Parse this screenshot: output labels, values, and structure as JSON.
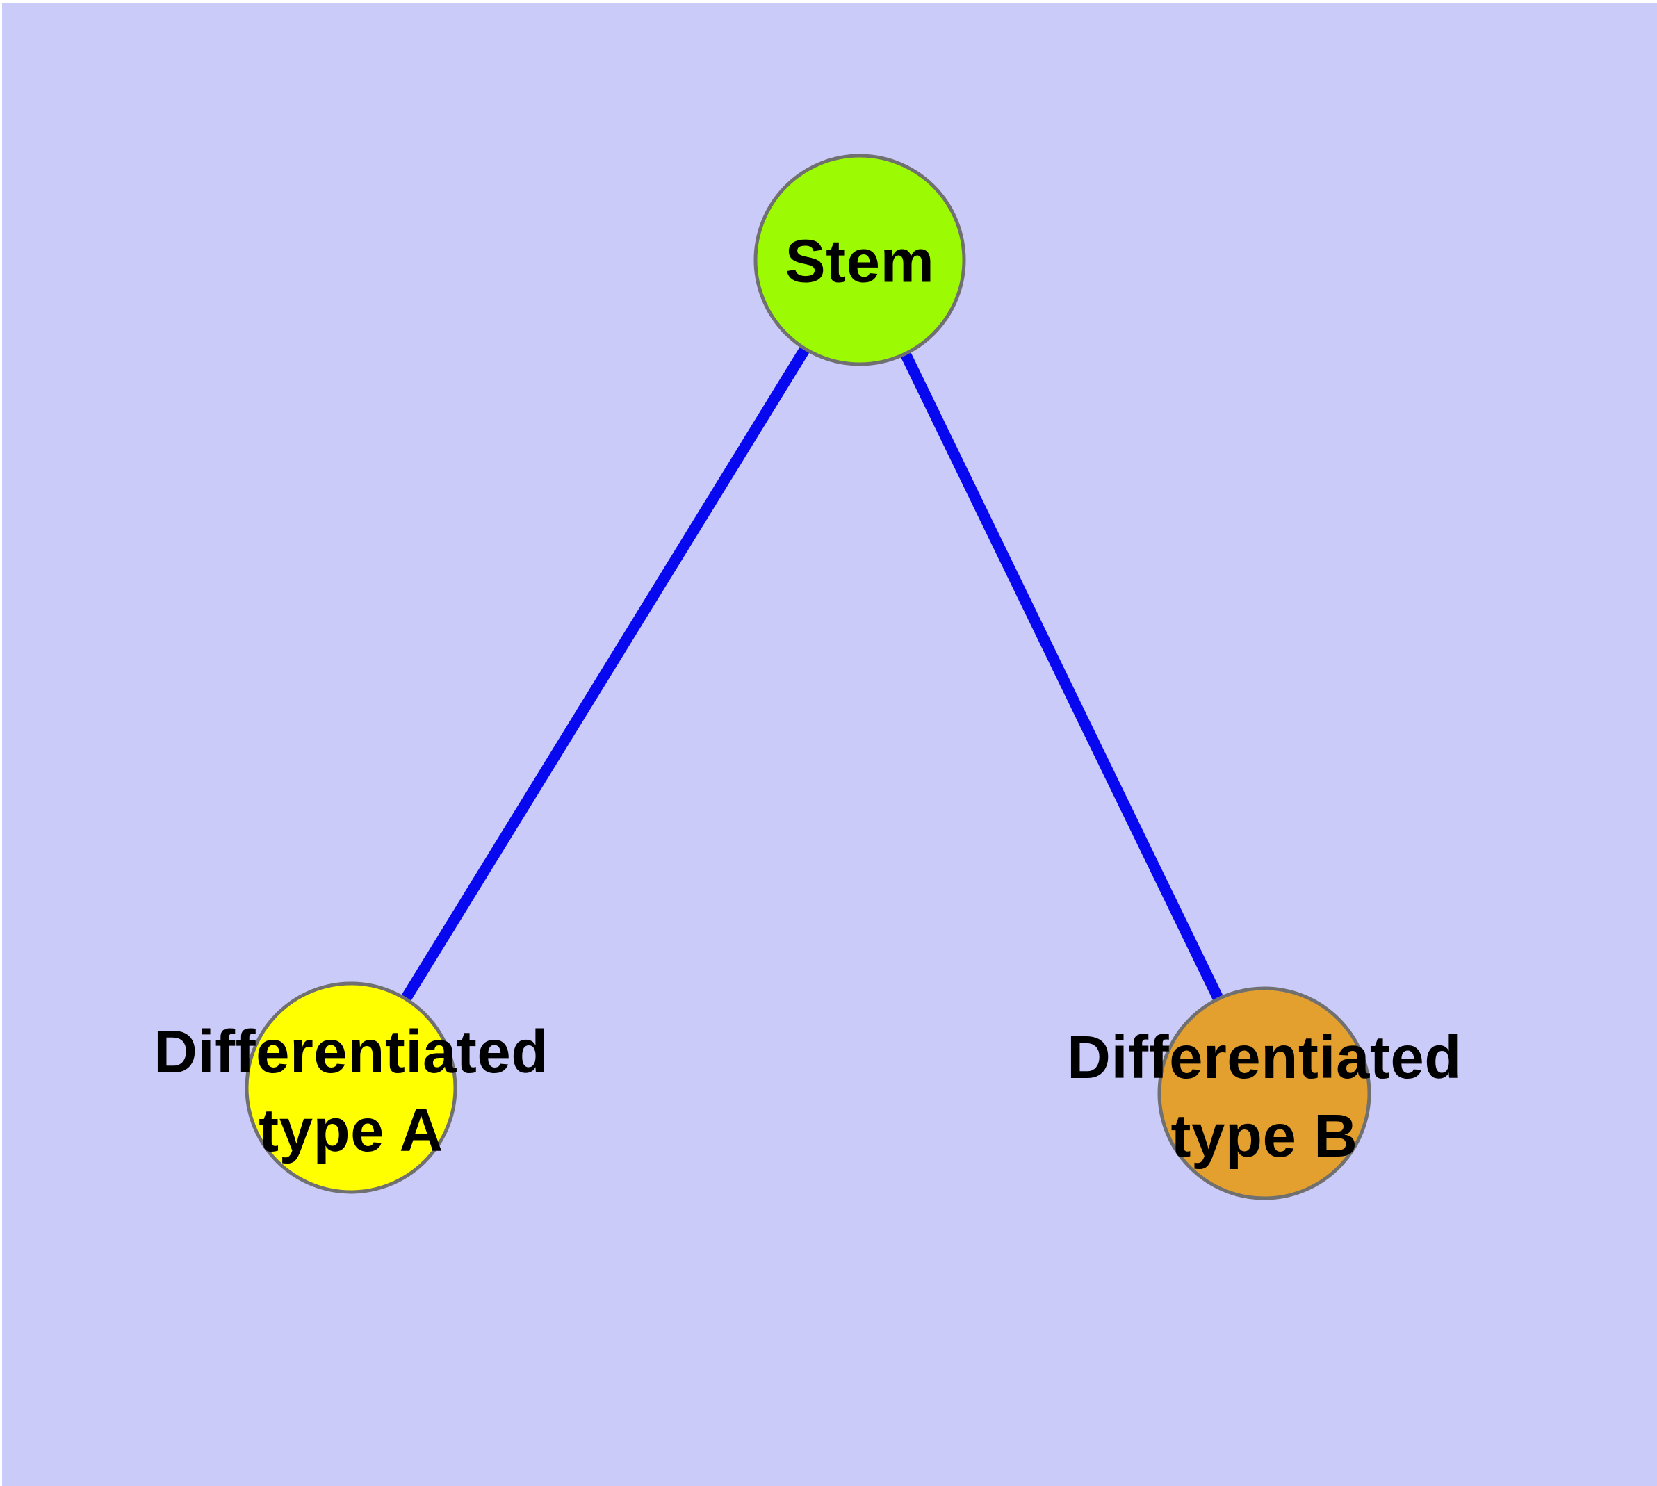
{
  "diagram": {
    "page_background": "#FFFFFF",
    "canvas_background": "#CBCBF9",
    "text_color": "#000000",
    "nodes": [
      {
        "id": "stem",
        "label": "Stem",
        "fill": "#9CFB02",
        "border_color": "#707070"
      },
      {
        "id": "differentiated-type-a",
        "label": "Differentiated\ntype A",
        "fill": "#FFFF00",
        "border_color": "#707070"
      },
      {
        "id": "differentiated-type-b",
        "label": "Differentiated\ntype B",
        "fill": "#E4A02F",
        "border_color": "#707070"
      }
    ],
    "edges": [
      {
        "from": "stem",
        "to": "differentiated-type-a",
        "color": "#0808F0"
      },
      {
        "from": "stem",
        "to": "differentiated-type-b",
        "color": "#0808F0"
      }
    ]
  }
}
